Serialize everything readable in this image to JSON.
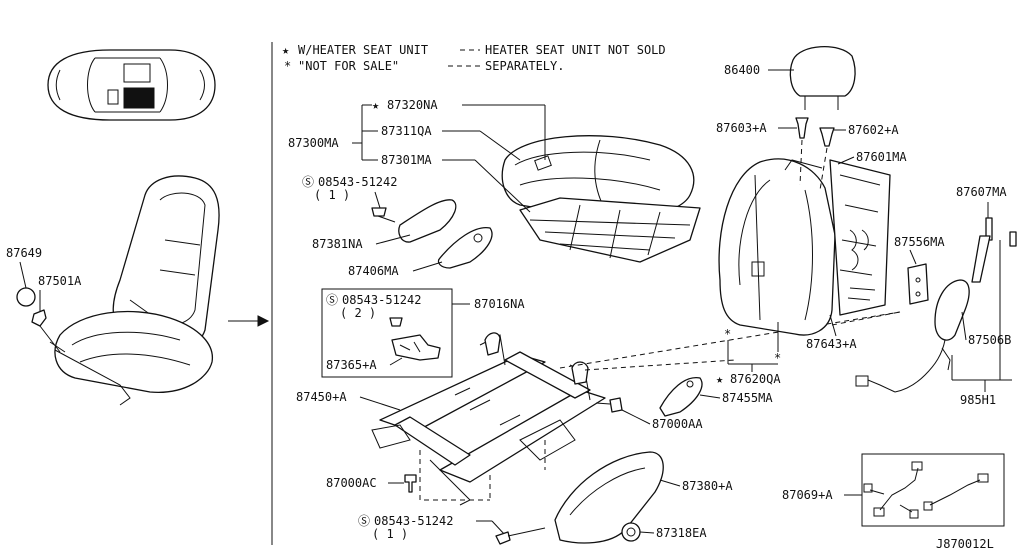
{
  "legend": {
    "line1_star": "W/HEATER SEAT UNIT",
    "line1_note": "HEATER SEAT UNIT NOT SOLD",
    "line2_ast": "\"NOT FOR SALE\"",
    "line2_note": "SEPARATELY."
  },
  "parts": {
    "p87649": "87649",
    "p87501A": "87501A",
    "p87300MA": "87300MA",
    "p87320NA": "87320NA",
    "p87311QA": "87311QA",
    "p87301MA": "87301MA",
    "p08543_top": "08543-51242",
    "p08543_top_qty": "( 1 )",
    "p87381NA": "87381NA",
    "p87406MA": "87406MA",
    "p08543_box": "08543-51242",
    "p08543_box_qty": "( 2 )",
    "p87016NA": "87016NA",
    "p87365A": "87365+A",
    "p87450A": "87450+A",
    "p87000AC": "87000AC",
    "p08543_bot": "08543-51242",
    "p08543_bot_qty": "( 1 )",
    "p87380A": "87380+A",
    "p87318EA": "87318EA",
    "p87000AA": "87000AA",
    "p87455MA": "87455MA",
    "p87620QA": "87620QA",
    "p86400": "86400",
    "p87603A": "87603+A",
    "p87602A": "87602+A",
    "p87601MA": "87601MA",
    "p87607MA": "87607MA",
    "p87556MA": "87556MA",
    "p87643A": "87643+A",
    "p87506B": "87506B",
    "p985H1": "985H1",
    "p87069A": "87069+A"
  },
  "footer": {
    "diagram_code": "J870012L"
  },
  "icons": {
    "star": "star-icon",
    "asterisk": "asterisk-icon",
    "circled_s": "circled-s-icon"
  }
}
